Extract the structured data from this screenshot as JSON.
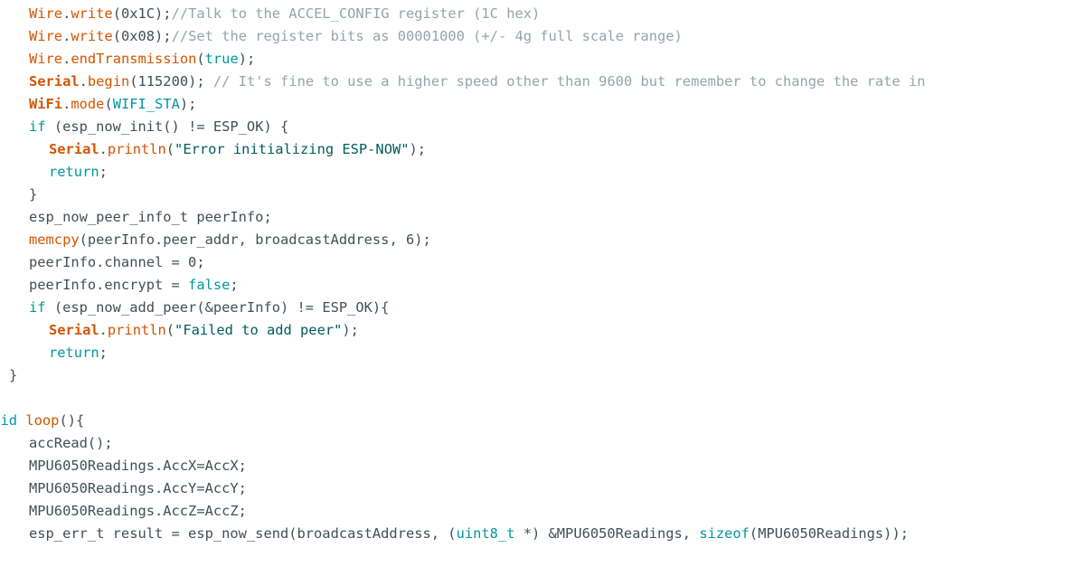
{
  "lines": [
    {
      "id": "line-1",
      "indent": 2,
      "tokens": [
        {
          "t": "Wire",
          "c": "obj"
        },
        {
          "t": ".",
          "c": "plain"
        },
        {
          "t": "write",
          "c": "obj"
        },
        {
          "t": "(0x1C);",
          "c": "plain"
        },
        {
          "t": "//Talk to the ACCEL_CONFIG register (1C hex)",
          "c": "comment"
        }
      ]
    },
    {
      "id": "line-2",
      "indent": 2,
      "tokens": [
        {
          "t": "Wire",
          "c": "obj"
        },
        {
          "t": ".",
          "c": "plain"
        },
        {
          "t": "write",
          "c": "obj"
        },
        {
          "t": "(0x08);",
          "c": "plain"
        },
        {
          "t": "//Set the register bits as 00001000 (+/- 4g full scale range)",
          "c": "comment"
        }
      ]
    },
    {
      "id": "line-3",
      "indent": 2,
      "tokens": [
        {
          "t": "Wire",
          "c": "obj"
        },
        {
          "t": ".",
          "c": "plain"
        },
        {
          "t": "endTransmission",
          "c": "obj"
        },
        {
          "t": "(",
          "c": "plain"
        },
        {
          "t": "true",
          "c": "const"
        },
        {
          "t": ");",
          "c": "plain"
        }
      ]
    },
    {
      "id": "line-4",
      "indent": 2,
      "tokens": [
        {
          "t": "Serial",
          "c": "obj-b"
        },
        {
          "t": ".",
          "c": "plain"
        },
        {
          "t": "begin",
          "c": "obj"
        },
        {
          "t": "(115200); ",
          "c": "plain"
        },
        {
          "t": "// It's fine to use a higher speed other than 9600 but remember to change the rate in",
          "c": "comment"
        }
      ]
    },
    {
      "id": "line-5",
      "indent": 2,
      "tokens": [
        {
          "t": "WiFi",
          "c": "obj-b"
        },
        {
          "t": ".",
          "c": "plain"
        },
        {
          "t": "mode",
          "c": "obj"
        },
        {
          "t": "(",
          "c": "plain"
        },
        {
          "t": "WIFI_STA",
          "c": "const"
        },
        {
          "t": ");",
          "c": "plain"
        }
      ]
    },
    {
      "id": "line-6",
      "indent": 2,
      "tokens": [
        {
          "t": "if",
          "c": "kw"
        },
        {
          "t": " (esp_now_init() != ESP_OK) {",
          "c": "plain"
        }
      ]
    },
    {
      "id": "line-7",
      "indent": 3,
      "tokens": [
        {
          "t": "Serial",
          "c": "obj-b"
        },
        {
          "t": ".",
          "c": "plain"
        },
        {
          "t": "println",
          "c": "obj"
        },
        {
          "t": "(",
          "c": "plain"
        },
        {
          "t": "\"Error initializing ESP-NOW\"",
          "c": "str"
        },
        {
          "t": ");",
          "c": "plain"
        }
      ]
    },
    {
      "id": "line-8",
      "indent": 3,
      "tokens": [
        {
          "t": "return",
          "c": "kw"
        },
        {
          "t": ";",
          "c": "plain"
        }
      ]
    },
    {
      "id": "line-9",
      "indent": 2,
      "tokens": [
        {
          "t": "}",
          "c": "plain"
        }
      ]
    },
    {
      "id": "line-10",
      "indent": 2,
      "tokens": [
        {
          "t": "esp_now_peer_info_t peerInfo;",
          "c": "plain"
        }
      ]
    },
    {
      "id": "line-11",
      "indent": 2,
      "tokens": [
        {
          "t": "memcpy",
          "c": "obj"
        },
        {
          "t": "(peerInfo.peer_addr, broadcastAddress, 6);",
          "c": "plain"
        }
      ]
    },
    {
      "id": "line-12",
      "indent": 2,
      "tokens": [
        {
          "t": "peerInfo.channel = 0;",
          "c": "plain"
        }
      ]
    },
    {
      "id": "line-13",
      "indent": 2,
      "tokens": [
        {
          "t": "peerInfo.encrypt = ",
          "c": "plain"
        },
        {
          "t": "false",
          "c": "const"
        },
        {
          "t": ";",
          "c": "plain"
        }
      ]
    },
    {
      "id": "line-14",
      "indent": 2,
      "tokens": [
        {
          "t": "if",
          "c": "kw"
        },
        {
          "t": " (esp_now_add_peer(&peerInfo) != ESP_OK){",
          "c": "plain"
        }
      ]
    },
    {
      "id": "line-15",
      "indent": 3,
      "tokens": [
        {
          "t": "Serial",
          "c": "obj-b"
        },
        {
          "t": ".",
          "c": "plain"
        },
        {
          "t": "println",
          "c": "obj"
        },
        {
          "t": "(",
          "c": "plain"
        },
        {
          "t": "\"Failed to add peer\"",
          "c": "str"
        },
        {
          "t": ");",
          "c": "plain"
        }
      ]
    },
    {
      "id": "line-16",
      "indent": 3,
      "tokens": [
        {
          "t": "return",
          "c": "kw"
        },
        {
          "t": ";",
          "c": "plain"
        }
      ]
    },
    {
      "id": "line-17",
      "indent": 1,
      "tokens": [
        {
          "t": "}",
          "c": "plain"
        }
      ]
    },
    {
      "id": "line-18",
      "indent": 0,
      "tokens": []
    },
    {
      "id": "line-19",
      "indent": 0,
      "clip": true,
      "tokens": [
        {
          "t": "void",
          "c": "kw"
        },
        {
          "t": " ",
          "c": "plain"
        },
        {
          "t": "loop",
          "c": "obj"
        },
        {
          "t": "(){",
          "c": "plain"
        }
      ]
    },
    {
      "id": "line-20",
      "indent": 2,
      "tokens": [
        {
          "t": "accRead();",
          "c": "plain"
        }
      ]
    },
    {
      "id": "line-21",
      "indent": 2,
      "tokens": [
        {
          "t": "MPU6050Readings.AccX=AccX;",
          "c": "plain"
        }
      ]
    },
    {
      "id": "line-22",
      "indent": 2,
      "tokens": [
        {
          "t": "MPU6050Readings.AccY=AccY;",
          "c": "plain"
        }
      ]
    },
    {
      "id": "line-23",
      "indent": 2,
      "tokens": [
        {
          "t": "MPU6050Readings.AccZ=AccZ;",
          "c": "plain"
        }
      ]
    },
    {
      "id": "line-24",
      "indent": 2,
      "tokens": [
        {
          "t": "esp_err_t result = esp_now_send(broadcastAddress, (",
          "c": "plain"
        },
        {
          "t": "uint8_t",
          "c": "type"
        },
        {
          "t": " *) &MPU6050Readings, ",
          "c": "plain"
        },
        {
          "t": "sizeof",
          "c": "kw"
        },
        {
          "t": "(MPU6050Readings));",
          "c": "plain"
        }
      ]
    }
  ]
}
